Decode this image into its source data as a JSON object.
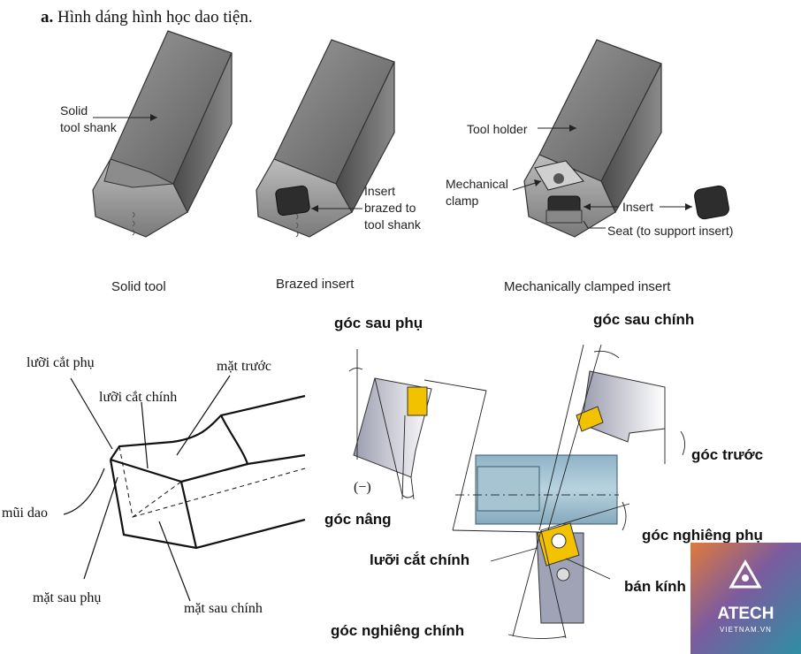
{
  "heading": {
    "prefix": "a.",
    "text": "Hình dáng hình học dao tiện."
  },
  "top_panel": {
    "solid_tool_shank": "Solid\ntool shank",
    "insert_brazed": "Insert\nbrazed to\ntool shank",
    "tool_holder": "Tool holder",
    "mechanical_clamp": "Mechanical\nclamp",
    "insert": "Insert",
    "seat": "Seat (to support insert)",
    "captions": [
      "Solid tool",
      "Brazed insert",
      "Mechanically clamped insert"
    ]
  },
  "left_panel": {
    "luoi_cat_phu": "lưỡi cắt phụ",
    "luoi_cat_chinh": "lưỡi cắt chính",
    "mat_truoc": "mặt trước",
    "mui_dao": "mũi dao",
    "mat_sau_phu": "mặt sau phụ",
    "mat_sau_chinh": "mặt sau chính"
  },
  "right_panel": {
    "goc_sau_phu": "góc sau phụ",
    "goc_sau_chinh": "góc sau chính",
    "goc_truoc": "góc trước",
    "minus": "(−)",
    "goc_nang": "góc nâng",
    "goc_nghieng_phu": "góc nghiêng phụ",
    "luoi_cat_chinh": "lưỡi cắt chính",
    "ban_kinh_mui_dao_r": "bán kính mũi dao R",
    "goc_nghieng_chinh": "góc nghiêng chính"
  },
  "logo": {
    "name": "ATECH",
    "sub": "VIETNAM.VN"
  },
  "colors": {
    "tool_gray": "#6f6f6f",
    "insert_yellow": "#f2c200",
    "workpiece_blue": "#9fbfd0",
    "holder_gray": "#a6a8b8"
  }
}
